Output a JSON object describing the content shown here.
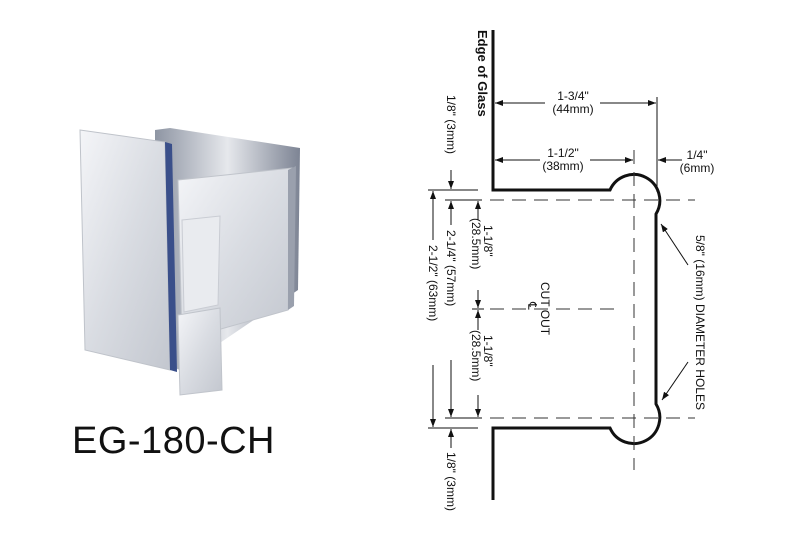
{
  "product": {
    "model": "EG-180-CH"
  },
  "drawing": {
    "edge_label": "Edge of Glass",
    "dim_width_total": {
      "in": "1-3/4\"",
      "mm": "(44mm)"
    },
    "dim_width_hole": {
      "in": "1-1/2\"",
      "mm": "(38mm)"
    },
    "dim_offset": {
      "in": "1/4\"",
      "mm": "(6mm)"
    },
    "dim_top_gap": "1/8\" (3mm)",
    "dim_bottom_gap": "1/8\" (3mm)",
    "dim_upper_half": {
      "in": "1-1/8\"",
      "mm": "(28.5mm)"
    },
    "dim_lower_half": {
      "in": "1-1/8\"",
      "mm": "(28.5mm)"
    },
    "dim_hole_span": "2-1/4\" (57mm)",
    "dim_total_height": "2-1/2\" (63mm)",
    "cutout_label": "CUT OUT",
    "centerline_symbol": "℄",
    "holes_label": "5/8\" (16mm) DIAMETER HOLES"
  }
}
